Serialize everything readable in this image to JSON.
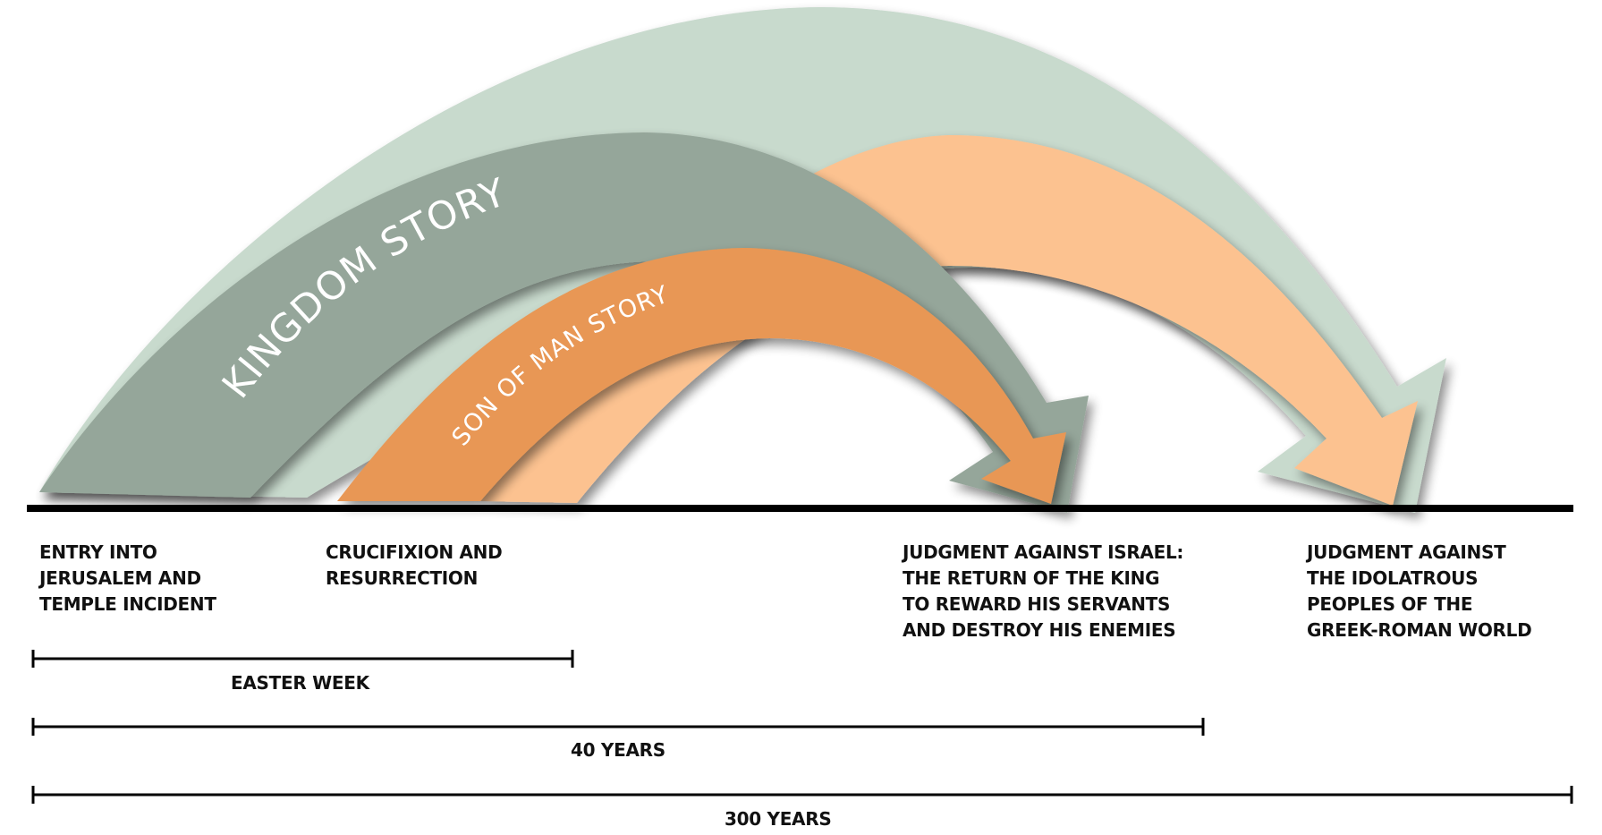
{
  "diagram": {
    "colors": {
      "kingdom_arc": "#95A69A",
      "kingdom_long_arc": "#C8DACD",
      "son_of_man_arc": "#E89754",
      "son_of_man_long_arc": "#FCC290",
      "timeline": "#000000",
      "label_text": "#111111",
      "arc_text": "#FFFFFF"
    },
    "arcs": [
      {
        "name": "kingdom-long-arc",
        "from": "entry-into-jerusalem",
        "to": "judgment-against-idolatrous-peoples"
      },
      {
        "name": "son-of-man-long-arc",
        "from": "crucifixion-and-resurrection",
        "to": "judgment-against-idolatrous-peoples"
      },
      {
        "name": "kingdom-story-arc",
        "label": "KINGDOM STORY",
        "from": "entry-into-jerusalem",
        "to": "judgment-against-israel"
      },
      {
        "name": "son-of-man-story-arc",
        "label": "SON OF MAN STORY",
        "from": "crucifixion-and-resurrection",
        "to": "judgment-against-israel"
      }
    ],
    "events": [
      {
        "lines": [
          "ENTRY INTO",
          "JERUSALEM AND",
          "TEMPLE INCIDENT"
        ]
      },
      {
        "lines": [
          "CRUCIFIXION AND",
          "RESURRECTION"
        ]
      },
      {
        "lines": [
          "JUDGMENT AGAINST ISRAEL:",
          "THE RETURN OF THE KING",
          "TO REWARD HIS SERVANTS",
          "AND DESTROY HIS ENEMIES"
        ]
      },
      {
        "lines": [
          "JUDGMENT AGAINST",
          "THE IDOLATROUS",
          "PEOPLES OF THE",
          "GREEK-ROMAN WORLD"
        ]
      }
    ],
    "spans": [
      {
        "label": "EASTER WEEK",
        "from_event": 0,
        "to_event": 1
      },
      {
        "label": "40 YEARS",
        "from_event": 0,
        "to_event": 2
      },
      {
        "label": "300 YEARS",
        "from_event": 0,
        "to_event": 3
      }
    ]
  }
}
